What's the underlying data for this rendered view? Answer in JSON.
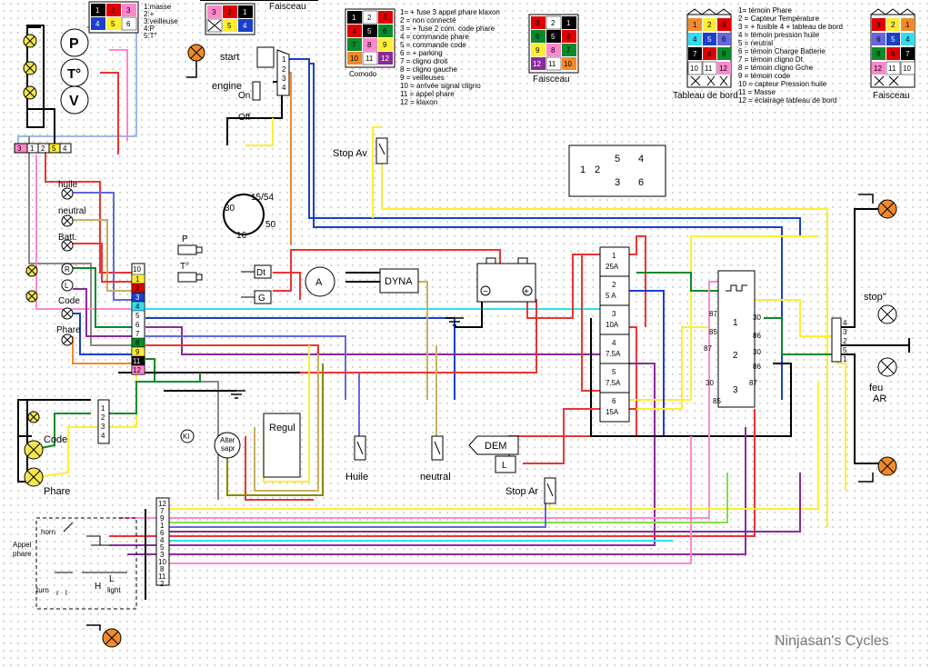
{
  "legend_small": {
    "cells": [
      "1",
      "2",
      "3",
      "4",
      "5",
      "6"
    ],
    "items": [
      "1:masse",
      "2:+",
      "3:veilleuse",
      "4:P",
      "5:T°"
    ]
  },
  "faisceau_small": {
    "title": "Faisceau",
    "cells": [
      "3",
      "2",
      "1",
      "5",
      "4"
    ]
  },
  "comodo": {
    "title": "Comodo",
    "cells": [
      "1",
      "2",
      "3",
      "4",
      "5",
      "6",
      "7",
      "8",
      "9",
      "10",
      "11",
      "12"
    ],
    "items": [
      "1= + fuse 3 appel phare klaxon",
      "2 = non connecté",
      "3 = + fuse 2 com. code phare",
      "4 = commande phare",
      "5 = commande code",
      "6 = + parking",
      "7 = cligno droit",
      "8 = cligno gauche",
      "9 = veilleuses",
      "10 = arrivée signal cligno",
      "11 = appel phare",
      "12 = klaxon"
    ]
  },
  "comodo_faisceau": {
    "title": "Faisceau",
    "cells": [
      "3",
      "2",
      "1",
      "6",
      "5",
      "4",
      "9",
      "8",
      "7",
      "12",
      "11",
      "10"
    ]
  },
  "tableau": {
    "title": "Tableau de bord",
    "cells": [
      "1",
      "2",
      "3",
      "4",
      "5",
      "6",
      "7",
      "8",
      "9",
      "10",
      "11",
      "12"
    ],
    "items": [
      "1= témoin Phare",
      "2 = Capteur Température",
      "3 = + fusible 4 + tableau de bord",
      "4 = témoin pression huile",
      "5 = neutral",
      "6 = témoin Charge Batterie",
      "7 = témoin cligno Dt",
      "8 = témoin cligno Gche",
      "9 = témoin code",
      "10 = capteur Pression huile",
      "11 = Masse",
      "12 = éclairage tableau de bord"
    ]
  },
  "tableau_faisceau": {
    "title": "Faisceau",
    "cells": [
      "3",
      "2",
      "1",
      "6",
      "5",
      "4",
      "9",
      "8",
      "7",
      "12",
      "11",
      "10"
    ]
  },
  "gauges": [
    "P",
    "T°",
    "V"
  ],
  "connector_top": [
    "3",
    "1",
    "2",
    "5",
    "4"
  ],
  "indicators": [
    "huile",
    "neutral",
    "Batt.",
    "R",
    "L",
    "Code",
    "Phare"
  ],
  "key_switch": {
    "start": "start",
    "engine": "engine",
    "on": "On",
    "off": "Off",
    "pins": [
      "1",
      "2",
      "3",
      "4"
    ]
  },
  "ignition": {
    "pins": [
      "15/54",
      "30",
      "50",
      "16"
    ]
  },
  "stop_av": "Stop Av",
  "relay_plan": [
    "1",
    "2",
    "5",
    "4",
    "3",
    "6"
  ],
  "sensors": {
    "P": "P",
    "T": "T°"
  },
  "alternator": {
    "dt": "Dt",
    "g": "G",
    "a": "A",
    "dyna": "DYNA"
  },
  "battery": {
    "minus": "−",
    "plus": "+"
  },
  "fuses": [
    {
      "num": "1",
      "amp": "25A"
    },
    {
      "num": "2",
      "amp": "5 A"
    },
    {
      "num": "3",
      "amp": "10A"
    },
    {
      "num": "4",
      "amp": "7.5A"
    },
    {
      "num": "5",
      "amp": "7.5A"
    },
    {
      "num": "6",
      "amp": "15A"
    }
  ],
  "harness_pins": [
    "10",
    "1",
    "2",
    "3",
    "4",
    "5",
    "6",
    "7",
    "8",
    "9",
    "11",
    "12"
  ],
  "relays": {
    "labels": [
      "87",
      "85",
      "30",
      "86",
      "87",
      "30",
      "86",
      "30",
      "87",
      "85"
    ],
    "nums": [
      "1",
      "2",
      "3"
    ]
  },
  "rear": {
    "stop": "stop''",
    "feu": "feu",
    "ar": "AR",
    "pins": [
      "4",
      "3",
      "2",
      "5",
      "1"
    ]
  },
  "headlight": {
    "code": "Code",
    "phare": "Phare",
    "pins": [
      "1",
      "2",
      "3",
      "4"
    ]
  },
  "kl": "Kl",
  "alter_sapr": [
    "Alter",
    "sapr"
  ],
  "regul": "Regul",
  "huile_sw": "Huile",
  "neutral_sw": "neutral",
  "dem": "DEM",
  "dem_l": "L",
  "stop_ar": "Stop Ar",
  "handlebar": {
    "pins": [
      "12",
      "7",
      "9",
      "1",
      "6",
      "4",
      "5",
      "3",
      "10",
      "8",
      "11",
      "2"
    ],
    "horn": "horn",
    "appel": "Appel",
    "phare": "phare",
    "turn": "turn",
    "light": "light",
    "H": "H",
    "L": "L",
    "r": "r",
    "l": "l"
  },
  "watermark": "Ninjasan's Cycles",
  "colors": {
    "yellow": "#ffee33",
    "red": "#e00000",
    "blue": "#1a3fcc",
    "green": "#0a8a2a",
    "orange": "#f08a2a",
    "pink": "#ff88cc",
    "violet": "#8a2a9a",
    "brown": "#8a6a20",
    "gray": "#888888",
    "cyan": "#33ddee"
  }
}
